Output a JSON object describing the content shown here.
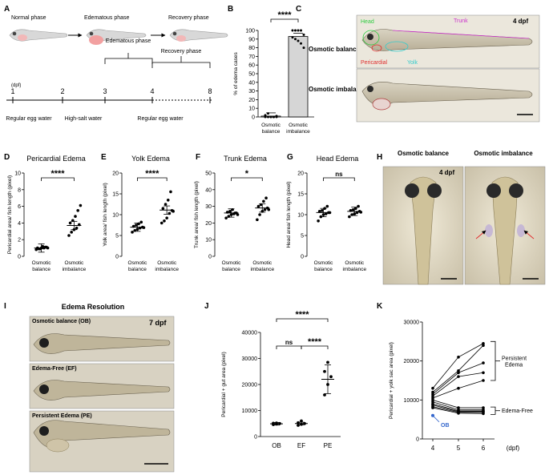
{
  "panels": {
    "A": "A",
    "B": "B",
    "C": "C",
    "D": "D",
    "E": "E",
    "F": "F",
    "G": "G",
    "H": "H",
    "I": "I",
    "J": "J",
    "K": "K"
  },
  "panelA": {
    "phases": [
      "Normal phase",
      "Edematous phase",
      "Recovery phase"
    ],
    "dpf_label": "(dpf)",
    "ticks": [
      "1",
      "2",
      "3",
      "4",
      "8"
    ],
    "bracket_labels": [
      "Edematous phase",
      "Recovery phase"
    ],
    "conditions": [
      "Regular egg water",
      "High-salt water",
      "Regular egg water"
    ]
  },
  "panelC": {
    "labels": {
      "head": "Head",
      "trunk": "Trunk",
      "pericardial": "Pericardial",
      "yolk": "Yolk",
      "dpf": "4 dpf"
    },
    "rows": [
      "Osmotic balance",
      "Osmotic imbalance"
    ]
  },
  "panelH": {
    "cols": [
      "Osmotic balance",
      "Osmotic imbalance"
    ],
    "dpf": "4 dpf"
  },
  "panelI": {
    "title": "Edema Resolution",
    "dpf": "7 dpf",
    "rows": [
      "Osmotic balance (OB)",
      "Edema-Free (EF)",
      "Persistent Edema (PE)"
    ]
  },
  "colors": {
    "head": "#2ecc40",
    "trunk": "#cc33cc",
    "pericardial": "#e03030",
    "yolk": "#33cccc",
    "ob": "#3366cc"
  },
  "chart_data": [
    {
      "id": "B",
      "type": "bar",
      "title": "",
      "ylabel": "% of edema cases",
      "categories": [
        "Osmotic balance",
        "Osmotic imbalance"
      ],
      "values": [
        1,
        93
      ],
      "points": [
        [
          0,
          0,
          0,
          0,
          0,
          2,
          4,
          0,
          0,
          1
        ],
        [
          100,
          100,
          100,
          100,
          95,
          92,
          90,
          88,
          85,
          80
        ]
      ],
      "ylim": [
        0,
        100
      ],
      "yticks": [
        "0",
        "10",
        "20",
        "30",
        "40",
        "50",
        "60",
        "70",
        "80",
        "90",
        "100"
      ],
      "significance": "****"
    },
    {
      "id": "D",
      "type": "scatter",
      "title": "Pericardial Edema",
      "ylabel": "Pericardial area/ fish length (pixel)",
      "categories": [
        "Osmotic balance",
        "Osmotic imbalance"
      ],
      "points": [
        [
          0.8,
          0.9,
          1.0,
          1.0,
          1.1,
          1.0,
          0.9,
          1.2,
          1.1,
          1.0
        ],
        [
          2.5,
          2.9,
          3.2,
          3.4,
          3.8,
          4.0,
          4.3,
          4.8,
          5.5,
          6.1
        ]
      ],
      "means": [
        1.0,
        3.7
      ],
      "ylim": [
        0,
        10
      ],
      "yticks": [
        "0",
        "2",
        "4",
        "6",
        "8",
        "10"
      ],
      "significance": "****"
    },
    {
      "id": "E",
      "type": "scatter",
      "title": "Yolk Edema",
      "ylabel": "Yolk area/ fish length (pixel)",
      "categories": [
        "Osmotic balance",
        "Osmotic imbalance"
      ],
      "points": [
        [
          5.8,
          6.2,
          6.5,
          6.8,
          7.0,
          7.2,
          7.5,
          7.8,
          8.2,
          6.9
        ],
        [
          8.0,
          8.5,
          9.2,
          10.3,
          11.0,
          11.5,
          12.5,
          13.5,
          15.5,
          10.8
        ]
      ],
      "means": [
        7.0,
        11.1
      ],
      "ylim": [
        0,
        20
      ],
      "yticks": [
        "0",
        "5",
        "10",
        "15",
        "20"
      ],
      "significance": "****"
    },
    {
      "id": "F",
      "type": "scatter",
      "title": "Trunk Edema",
      "ylabel": "Trunk area/ fish length (pixel)",
      "categories": [
        "Osmotic balance",
        "Osmotic imbalance"
      ],
      "points": [
        [
          23,
          24,
          25,
          25.5,
          26,
          26.5,
          27,
          28,
          26,
          25
        ],
        [
          22,
          25,
          27,
          28,
          29,
          30,
          31,
          33,
          35,
          28
        ]
      ],
      "means": [
        26,
        29
      ],
      "ylim": [
        0,
        50
      ],
      "yticks": [
        "0",
        "10",
        "20",
        "30",
        "40",
        "50"
      ],
      "significance": "*"
    },
    {
      "id": "G",
      "type": "scatter",
      "title": "Head Edema",
      "ylabel": "Head area/ fish length (pixel)",
      "categories": [
        "Osmotic balance",
        "Osmotic imbalance"
      ],
      "points": [
        [
          8.5,
          9.5,
          10,
          10.2,
          10.5,
          10.8,
          11,
          11.5,
          12,
          10.5
        ],
        [
          9.5,
          10,
          10.2,
          10.5,
          10.8,
          11,
          11.2,
          11.5,
          12,
          10.6
        ]
      ],
      "means": [
        10.5,
        10.8
      ],
      "ylim": [
        0,
        20
      ],
      "yticks": [
        "0",
        "5",
        "10",
        "15",
        "20"
      ],
      "significance": "ns"
    },
    {
      "id": "J",
      "type": "scatter",
      "title": "",
      "ylabel": "Pericardial + gut area (pixel)",
      "categories": [
        "OB",
        "EF",
        "PE"
      ],
      "points": [
        [
          4600,
          4800,
          5000,
          5100,
          5200
        ],
        [
          4300,
          4700,
          5000,
          5300,
          6000
        ],
        [
          16000,
          20000,
          23000,
          25000,
          28500
        ]
      ],
      "means": [
        4900,
        5000,
        22000
      ],
      "ylim": [
        0,
        40000
      ],
      "yticks": [
        "0",
        "10000",
        "20000",
        "30000",
        "40000"
      ],
      "significance": [
        [
          "OB",
          "PE",
          "****"
        ],
        [
          "OB",
          "EF",
          "ns"
        ],
        [
          "EF",
          "PE",
          "****"
        ]
      ]
    },
    {
      "id": "K",
      "type": "line",
      "title": "",
      "ylabel": "Pericardial + yolk sac area (pixel)",
      "xlabel": "(dpf)",
      "x": [
        "4",
        "5",
        "6"
      ],
      "ylim": [
        0,
        30000
      ],
      "yticks": [
        "0",
        "10000",
        "20000",
        "30000"
      ],
      "series": [
        {
          "values": [
            13000,
            21000,
            24500
          ]
        },
        {
          "values": [
            12000,
            17500,
            24000
          ]
        },
        {
          "values": [
            11500,
            17000,
            19500
          ]
        },
        {
          "values": [
            11000,
            16000,
            17000
          ]
        },
        {
          "values": [
            10500,
            13000,
            15000
          ]
        },
        {
          "values": [
            10000,
            8000,
            8000
          ]
        },
        {
          "values": [
            9500,
            7500,
            7500
          ]
        },
        {
          "values": [
            9000,
            7200,
            7200
          ]
        },
        {
          "values": [
            8700,
            7000,
            7000
          ]
        },
        {
          "values": [
            8300,
            6800,
            6800
          ]
        },
        {
          "values": [
            8000,
            6600,
            6500
          ]
        }
      ],
      "ob_point": {
        "x": "4",
        "value": 6000,
        "label": "OB"
      },
      "brackets": [
        "Persistent Edema",
        "Edema-Free"
      ]
    }
  ],
  "xlabels_two": [
    "Osmotic balance",
    "Osmotic imbalance"
  ]
}
